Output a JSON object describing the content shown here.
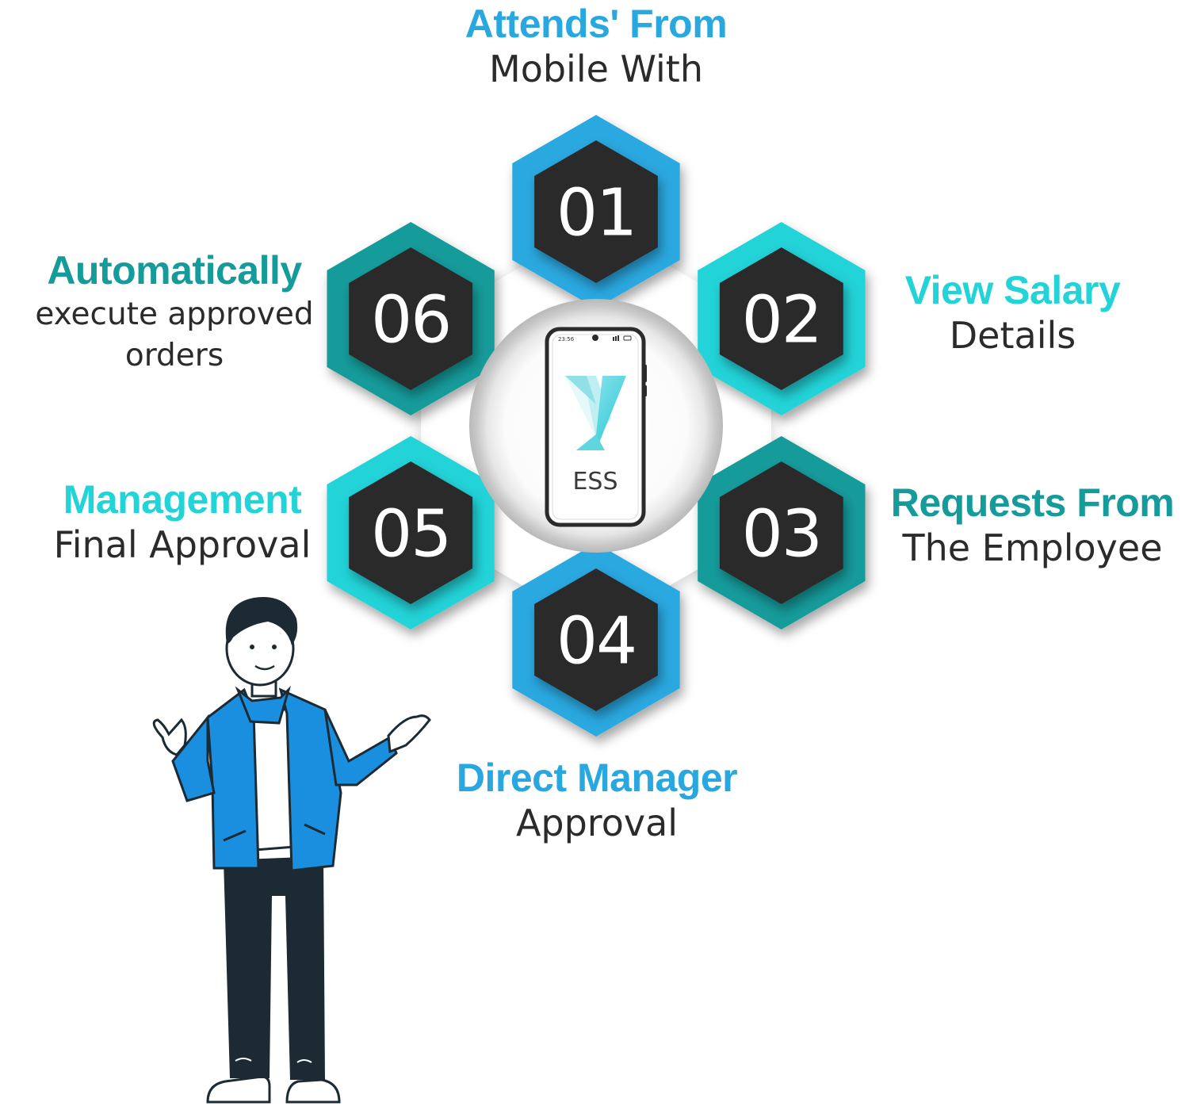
{
  "colors": {
    "blue": "#29a8e0",
    "cyan": "#22d3d8",
    "teal": "#169b9b",
    "dark": "#2b2b2b",
    "white": "#ffffff"
  },
  "center": {
    "app_label": "ESS",
    "status_time": "23:56",
    "logo_icon": "ess-y-logo-icon"
  },
  "steps": [
    {
      "number": "01",
      "headline": "Attends'  From",
      "detail": [
        "Mobile With"
      ],
      "color": "#29a8e0"
    },
    {
      "number": "02",
      "headline": "View Salary",
      "detail": [
        "Details"
      ],
      "color": "#22d3d8"
    },
    {
      "number": "03",
      "headline": "Requests From",
      "detail": [
        "The Employee"
      ],
      "color": "#169b9b"
    },
    {
      "number": "04",
      "headline": "Direct Manager",
      "detail": [
        "Approval"
      ],
      "color": "#29a8e0"
    },
    {
      "number": "05",
      "headline": "Management",
      "detail": [
        "Final Approval"
      ],
      "color": "#22d3d8"
    },
    {
      "number": "06",
      "headline": "Automatically",
      "detail": [
        "execute approved",
        "orders"
      ],
      "color": "#169b9b"
    }
  ],
  "illustration": {
    "icon": "presenting-man-icon"
  }
}
